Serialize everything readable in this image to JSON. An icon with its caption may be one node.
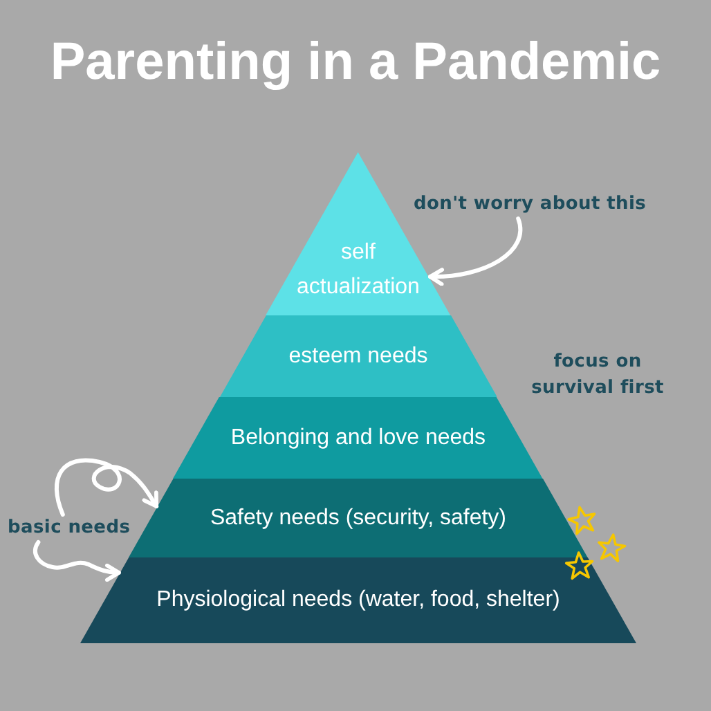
{
  "diagram": {
    "title": "Parenting in a Pandemic",
    "nodes": [
      {
        "text": [
          "self actualization"
        ]
      },
      {
        "text": [
          "esteem needs"
        ]
      },
      {
        "text": [
          "Belonging and love needs"
        ]
      },
      {
        "text": [
          "Safety needs (security, safety)"
        ]
      },
      {
        "text": [
          "Physiological needs (water, food, shelter)"
        ]
      },
      {
        "text": [
          "don't worry about this"
        ]
      },
      {
        "text": [
          "basic needs"
        ]
      }
    ],
    "edges": [
      {
        "from": 5,
        "to": 0,
        "arrow": "to"
      },
      {
        "from": 6,
        "to": 3,
        "arrow": "to"
      },
      {
        "from": 6,
        "to": 4,
        "arrow": "to"
      }
    ],
    "labels": [
      "focus on survival first"
    ]
  }
}
